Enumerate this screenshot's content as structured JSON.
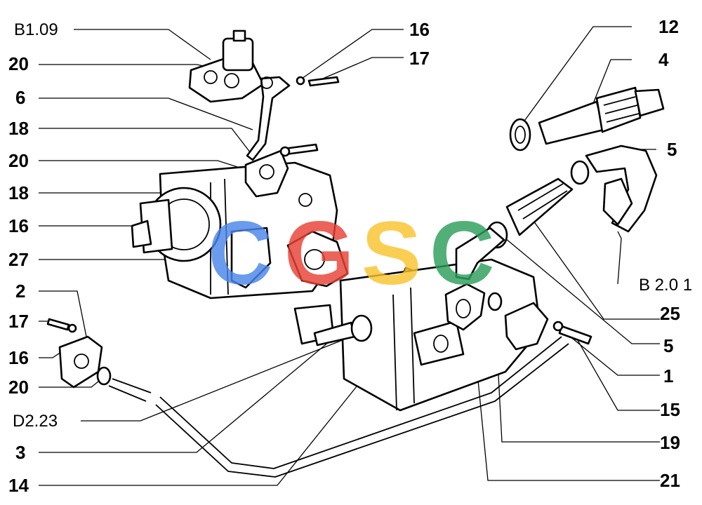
{
  "callouts": {
    "b109": "B1.09",
    "l20a": "20",
    "l6": "6",
    "l18a": "18",
    "l20b": "20",
    "l18b": "18",
    "l16a": "16",
    "l27": "27",
    "l2": "2",
    "l17a": "17",
    "l16b": "16",
    "l20c": "20",
    "d223": "D2.23",
    "l3": "3",
    "l14": "14",
    "l16c": "16",
    "l17b": "17",
    "l12": "12",
    "l4": "4",
    "l5a": "5",
    "b201": "B 2.0 1",
    "l25": "25",
    "l5b": "5",
    "l1": "1",
    "l15": "15",
    "l19": "19",
    "l21": "21"
  },
  "watermark": {
    "letters": [
      "C",
      "G",
      "S",
      "C"
    ],
    "colors": [
      "#4a86e8",
      "#e94235",
      "#f9c42e",
      "#2e9e5b"
    ]
  }
}
